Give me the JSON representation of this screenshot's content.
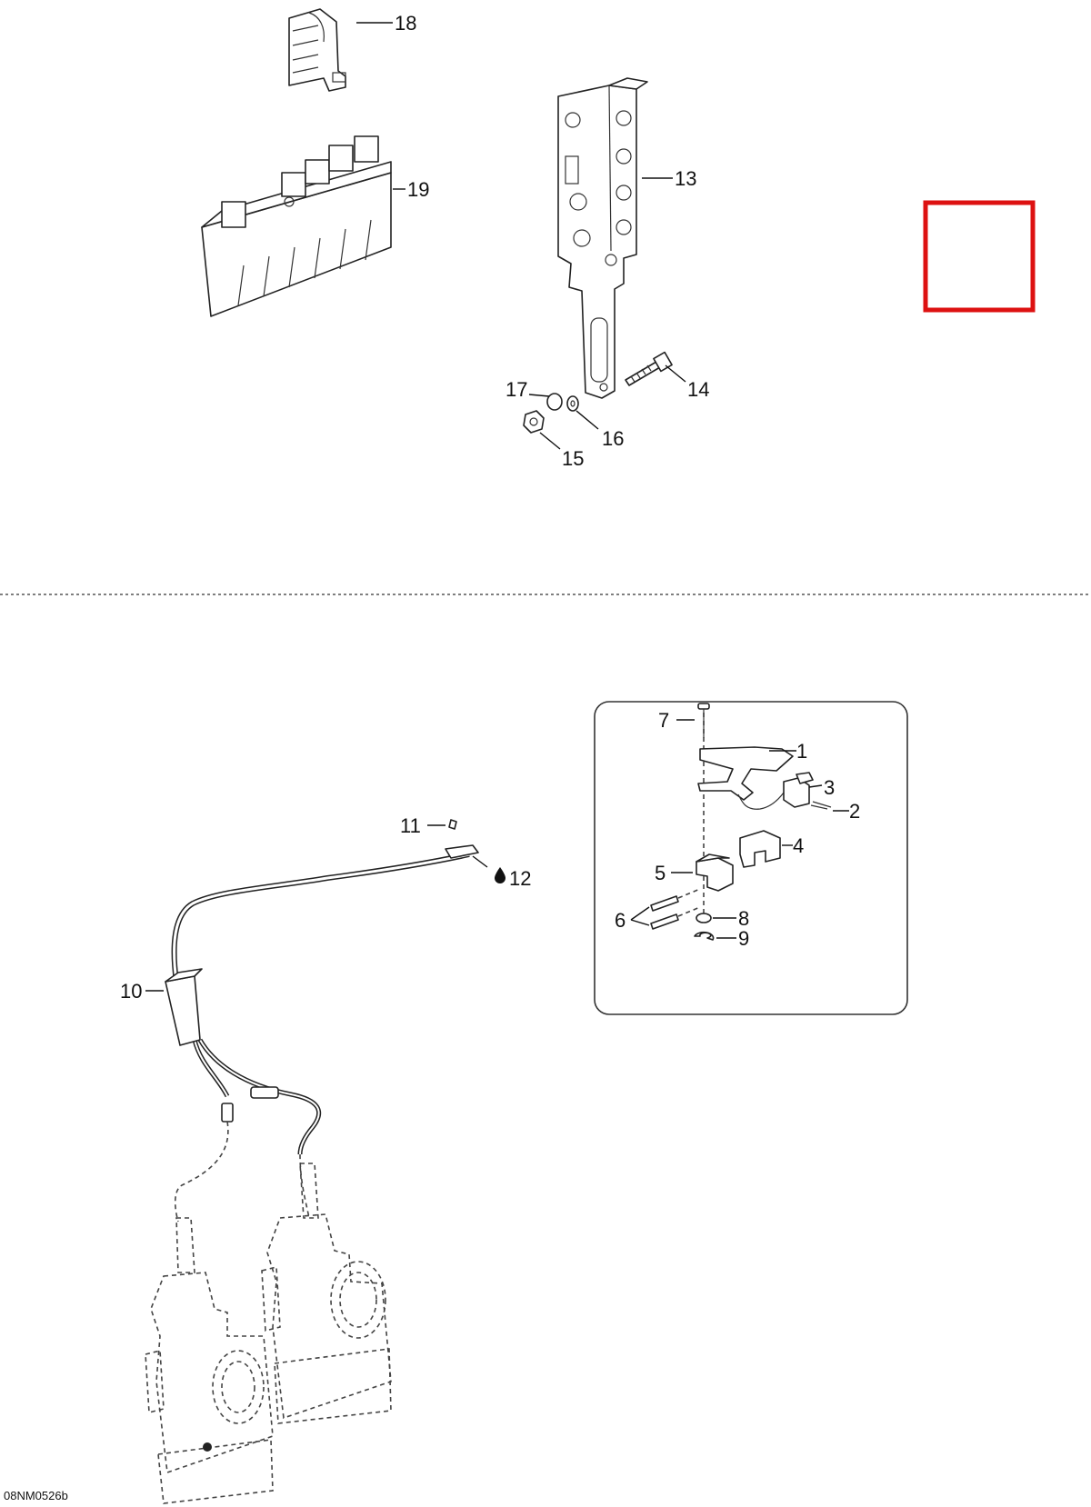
{
  "callouts": {
    "c1": "1",
    "c2": "2",
    "c3": "3",
    "c4": "4",
    "c5": "5",
    "c6": "6",
    "c7": "7",
    "c8": "8",
    "c9": "9",
    "c10": "10",
    "c11": "11",
    "c12": "12",
    "c13": "13",
    "c14": "14",
    "c15": "15",
    "c16": "16",
    "c17": "17",
    "c18": "18",
    "c19": "19"
  },
  "footer": {
    "code": "08NM0526b"
  },
  "colors": {
    "line": "#111111",
    "highlight": "#dd1111",
    "separator": "#555555"
  },
  "icons": {
    "lubricant": "oil-drop-icon"
  }
}
